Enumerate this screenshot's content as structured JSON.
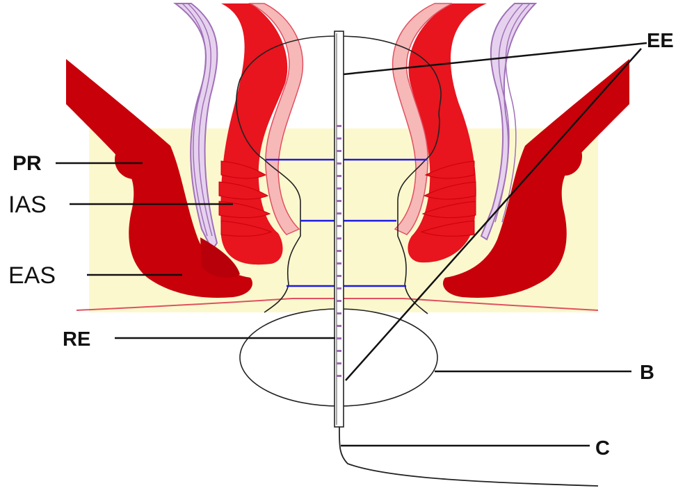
{
  "labels": {
    "pr": "PR",
    "ias": "IAS",
    "eas": "EAS",
    "re": "RE",
    "ee": "EE",
    "b": "B",
    "c": "C"
  },
  "colors": {
    "muscle_dark": "#c8000a",
    "muscle_bright": "#e8141e",
    "mucosa_pink": "#f7b8b8",
    "fat_yellow": "#fbf7c6",
    "wall_purple": "#a070b8",
    "pressure_line": "#1a1ae6",
    "catheter_dots": "#9b6bb0",
    "outline": "#222222"
  }
}
